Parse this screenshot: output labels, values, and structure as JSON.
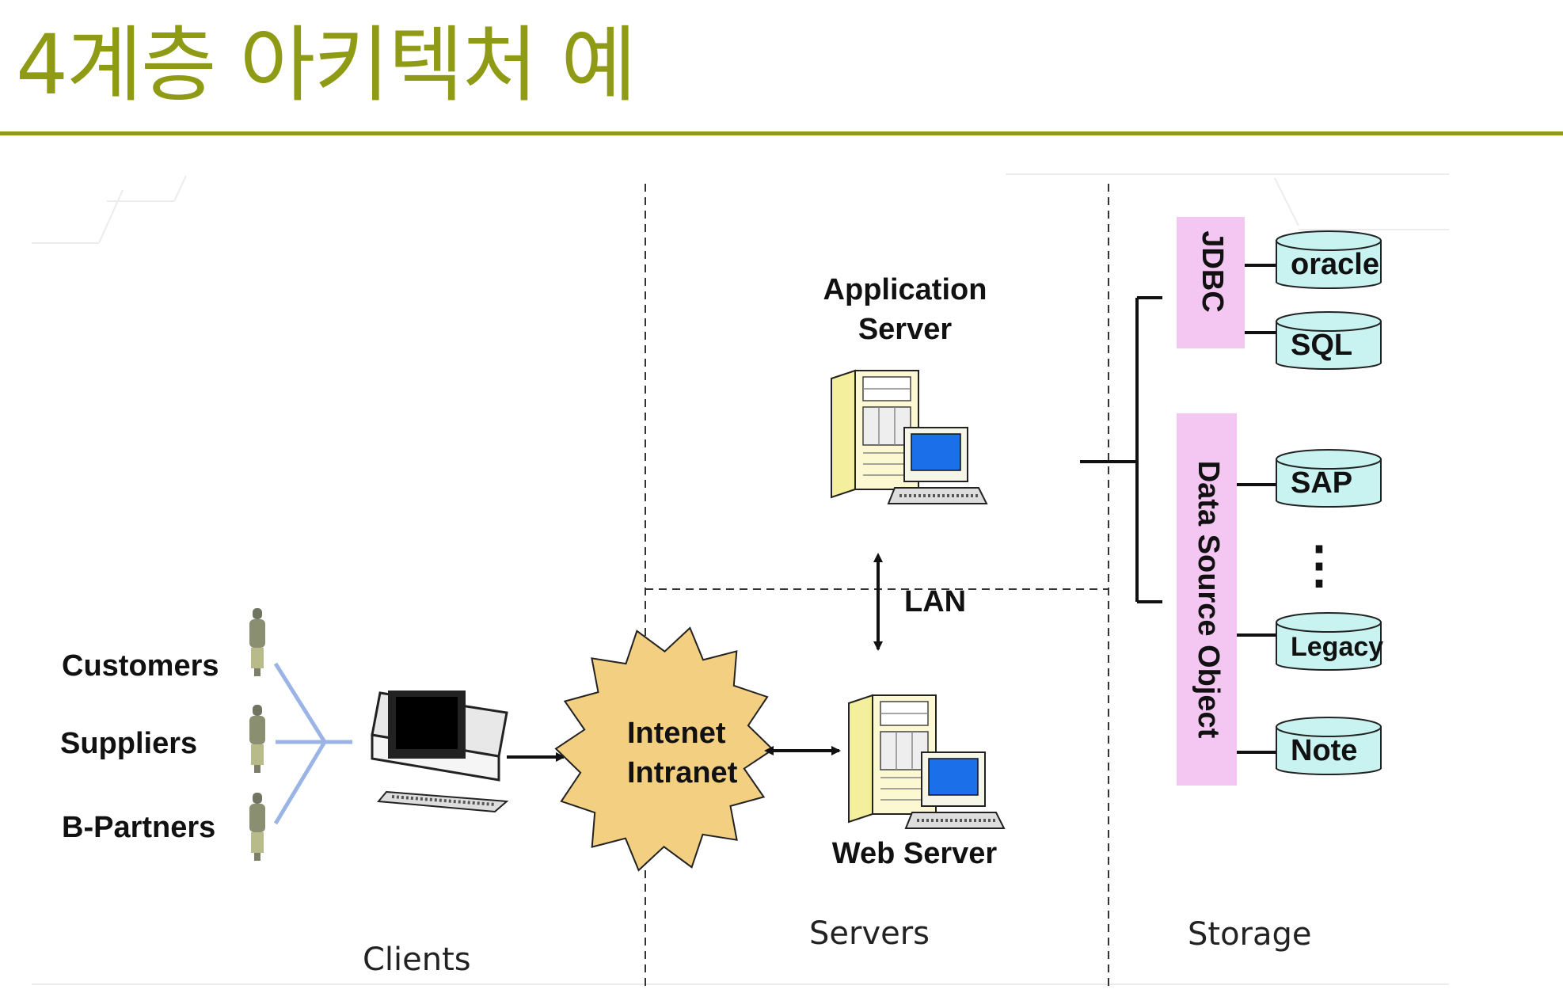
{
  "title": "4계층 아키텍처 예",
  "clients": {
    "customers": "Customers",
    "suppliers": "Suppliers",
    "partners": "B-Partners"
  },
  "network": {
    "line1": "Intenet",
    "line2": "Intranet"
  },
  "servers": {
    "app_line1": "Application",
    "app_line2": "Server",
    "lan": "LAN",
    "web": "Web Server"
  },
  "storage": {
    "jdbc": "JDBC",
    "dso": "Data Source Object",
    "databases": [
      "oracle",
      "SQL",
      "SAP",
      "Legacy",
      "Note"
    ],
    "ellipsis": "⋮"
  },
  "zones": {
    "clients": "Clients",
    "servers": "Servers",
    "storage": "Storage"
  },
  "colors": {
    "title": "#8f9a15",
    "cloud": "#f3cf82",
    "db_fill": "#c9f3f1",
    "bar_fill": "#f4c6f2",
    "screen": "#1b6fe8",
    "tower": "#f4ef9c"
  }
}
